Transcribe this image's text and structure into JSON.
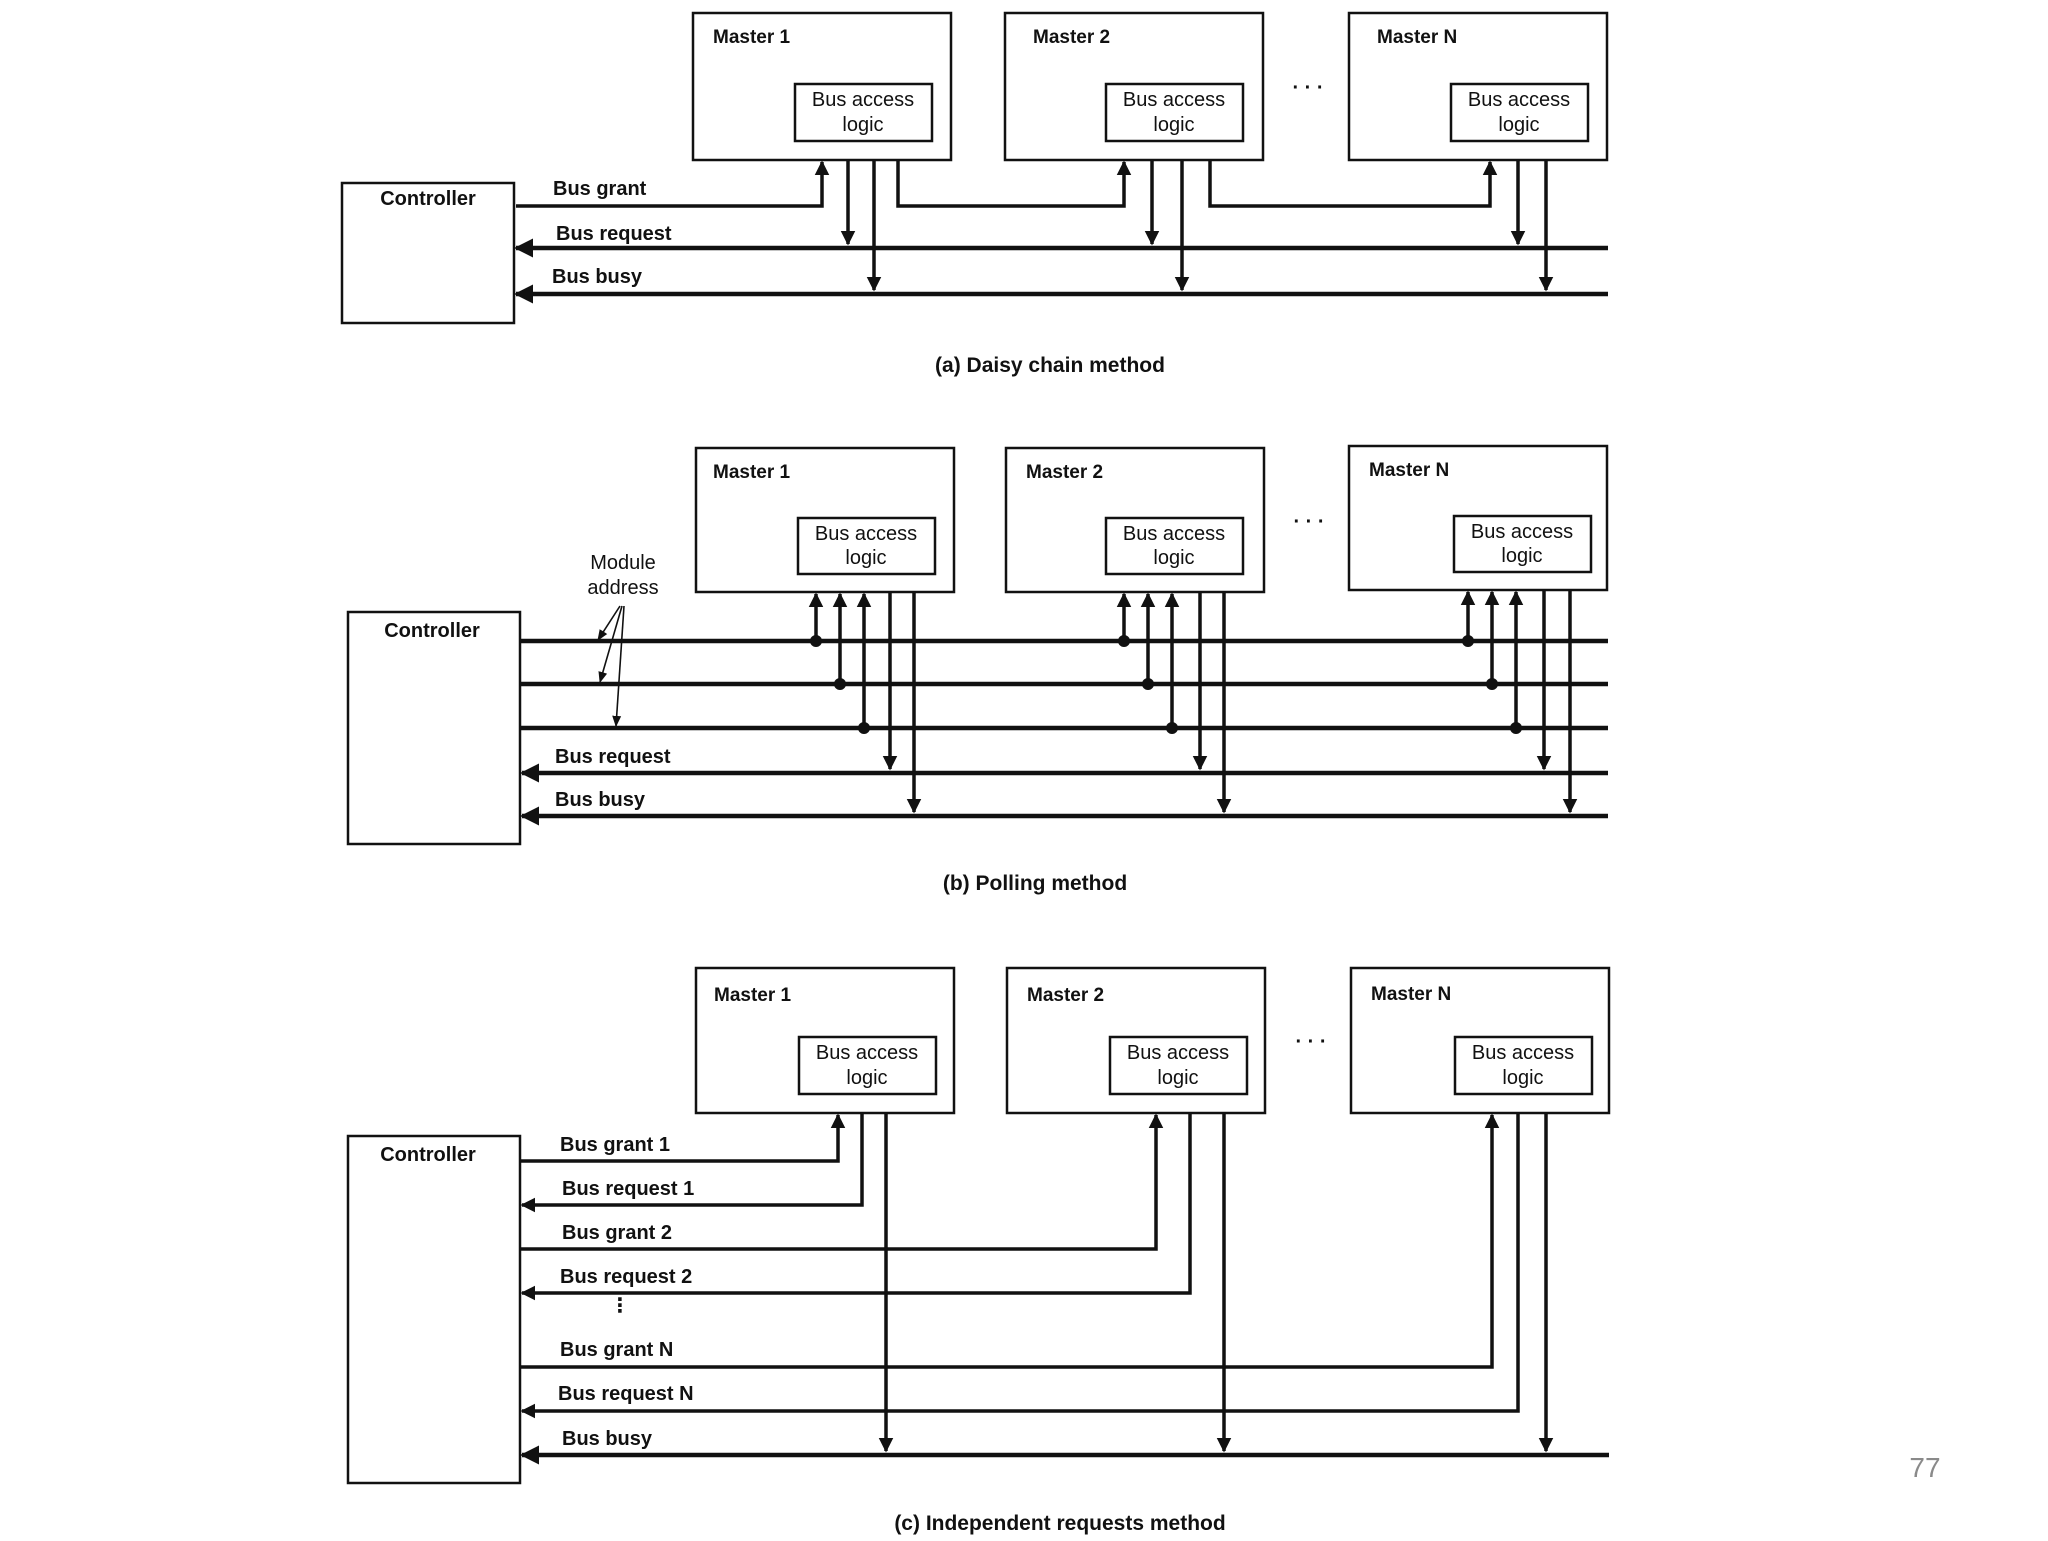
{
  "page_number": "77",
  "ellipsis": "· · ·",
  "diagrams": {
    "a": {
      "caption": "(a)  Daisy chain method",
      "controller": "Controller",
      "masters": [
        "Master 1",
        "Master 2",
        "Master N"
      ],
      "bus_access_line1": "Bus access",
      "bus_access_line2": "logic",
      "signals": {
        "grant": "Bus grant",
        "request": "Bus request",
        "busy": "Bus busy"
      }
    },
    "b": {
      "caption": "(b)  Polling method",
      "controller": "Controller",
      "masters": [
        "Master 1",
        "Master 2",
        "Master N"
      ],
      "bus_access_line1": "Bus access",
      "bus_access_line2": "logic",
      "module_address_line1": "Module",
      "module_address_line2": "address",
      "signals": {
        "request": "Bus request",
        "busy": "Bus busy"
      }
    },
    "c": {
      "caption": "(c)  Independent requests method",
      "controller": "Controller",
      "masters": [
        "Master 1",
        "Master 2",
        "Master N"
      ],
      "bus_access_line1": "Bus access",
      "bus_access_line2": "logic",
      "signals": {
        "grant1": "Bus grant 1",
        "request1": "Bus request 1",
        "grant2": "Bus grant 2",
        "request2": "Bus request 2",
        "grantN": "Bus grant N",
        "requestN": "Bus request N",
        "busy": "Bus busy"
      }
    }
  }
}
